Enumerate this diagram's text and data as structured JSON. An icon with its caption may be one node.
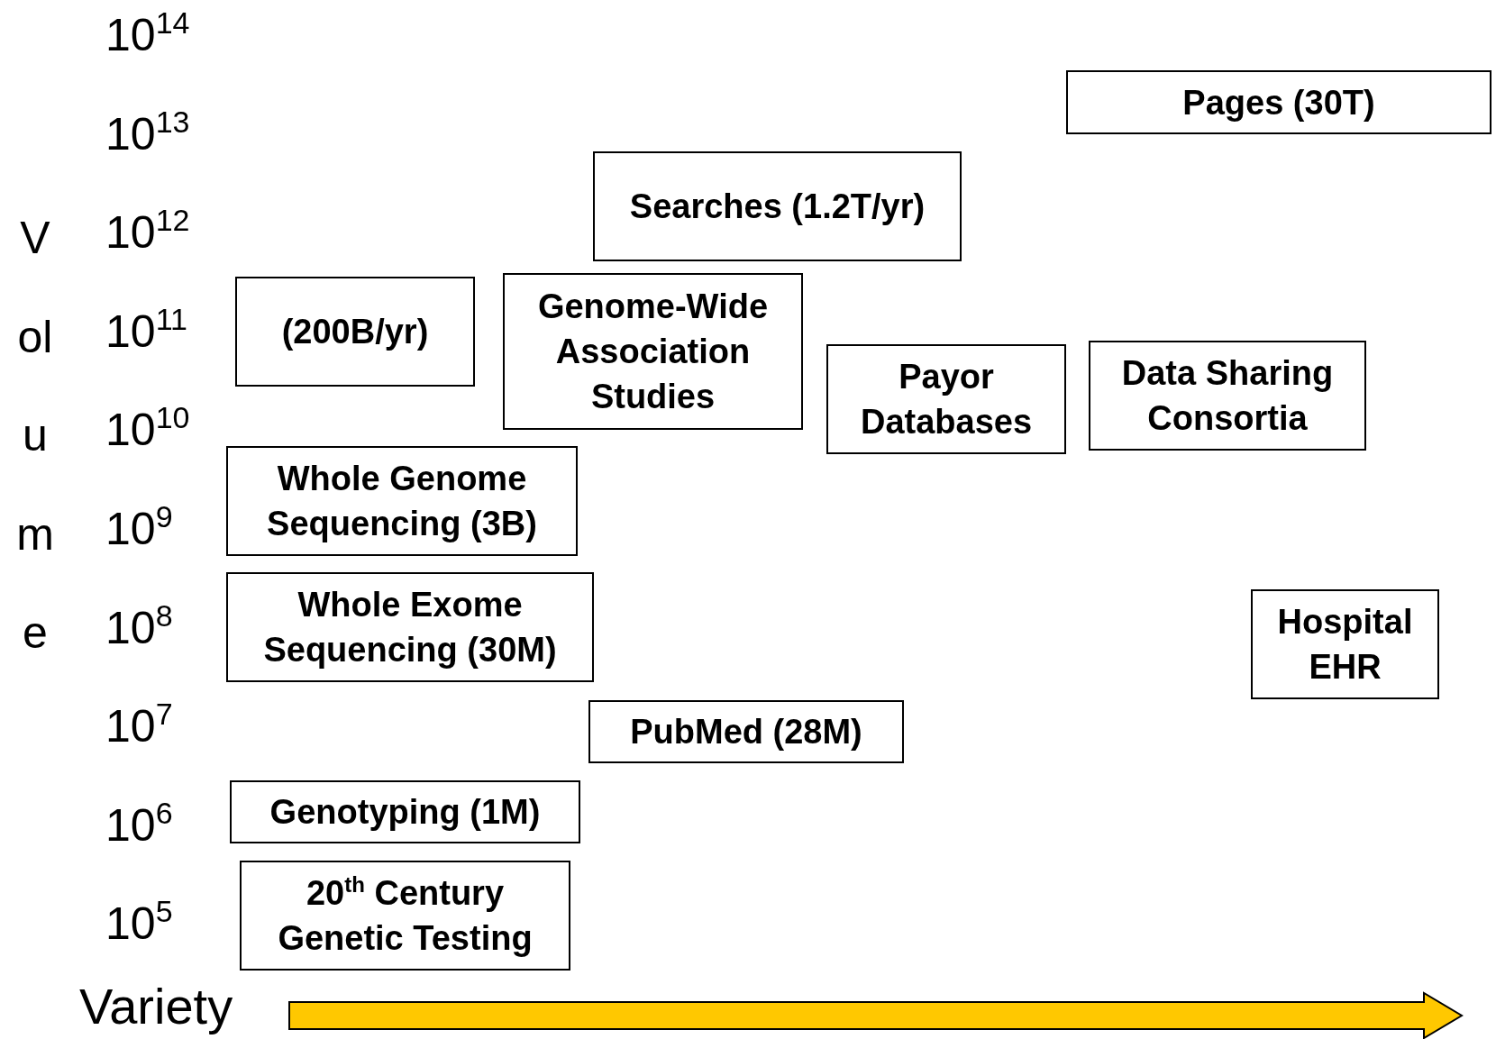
{
  "diagram": {
    "nodes": [
      {
        "text": [
          "Pages (30T)"
        ]
      },
      {
        "text": [
          "Searches (1.2T/yr)"
        ]
      },
      {
        "text": [
          "(200B/yr)"
        ]
      },
      {
        "text": [
          "Genome-Wide Association Studies"
        ]
      },
      {
        "text": [
          "Payor Databases"
        ]
      },
      {
        "text": [
          "Data Sharing Consortia"
        ]
      },
      {
        "text": [
          "Whole Genome Sequencing (3B)"
        ]
      },
      {
        "text": [
          "Whole Exome Sequencing (30M)"
        ]
      },
      {
        "text": [
          "Hospital EHR"
        ]
      },
      {
        "text": [
          "PubMed (28M)"
        ]
      },
      {
        "text": [
          "Genotyping (1M)"
        ]
      },
      {
        "text": [
          "20$^{th}$ Century Genetic Testing"
        ]
      }
    ],
    "labels": [
      "10$^{14}$",
      "10$^{13}$",
      "10$^{12}$",
      "10$^{11}$",
      "10$^{10}$",
      "10$^{9}$",
      "10$^{8}$",
      "10$^{7}$",
      "10$^{6}$",
      "10$^{5}$",
      "Volume",
      "Variety"
    ]
  }
}
